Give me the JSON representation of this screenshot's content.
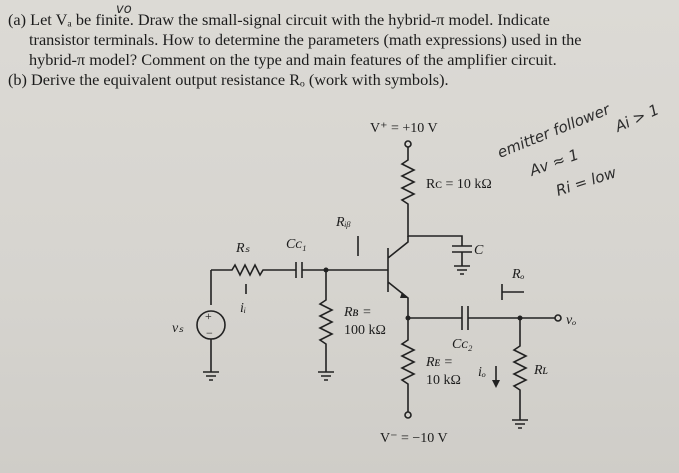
{
  "problem": {
    "line1": "(a) Let Vₐ be finite. Draw the small-signal circuit with the hybrid-π model. Indicate",
    "line2": "transistor terminals. How to determine the parameters (math expressions) used in the",
    "line3": "hybrid-π model? Comment on the type and main features of the amplifier circuit.",
    "line4": "(b) Derive the equivalent output resistance Rₒ (work with symbols)."
  },
  "circuit": {
    "vplus": "V⁺ = +10 V",
    "vminus": "V⁻ = −10 V",
    "rc": "Rᴄ = 10 kΩ",
    "rs": "Rₛ",
    "cc1": "Cᴄ₁",
    "rib": "Rᵢᵦ",
    "ii": "iᵢ",
    "vs": "vₛ",
    "rb_line1": "Rʙ =",
    "rb_line2": "100 kΩ",
    "c": "C",
    "ro": "Rₒ",
    "cc2": "Cᴄ₂",
    "re_line1": "Rᴇ =",
    "re_line2": "10 kΩ",
    "io": "iₒ",
    "rl": "Rʟ",
    "vo": "vₒ",
    "plus": "+",
    "minus": "−"
  },
  "handwriting": {
    "emitter": "emitter follower",
    "av": "Av ≈ 1",
    "ai": "Ai > 1",
    "ri": "Ri = low",
    "top": "vo"
  }
}
